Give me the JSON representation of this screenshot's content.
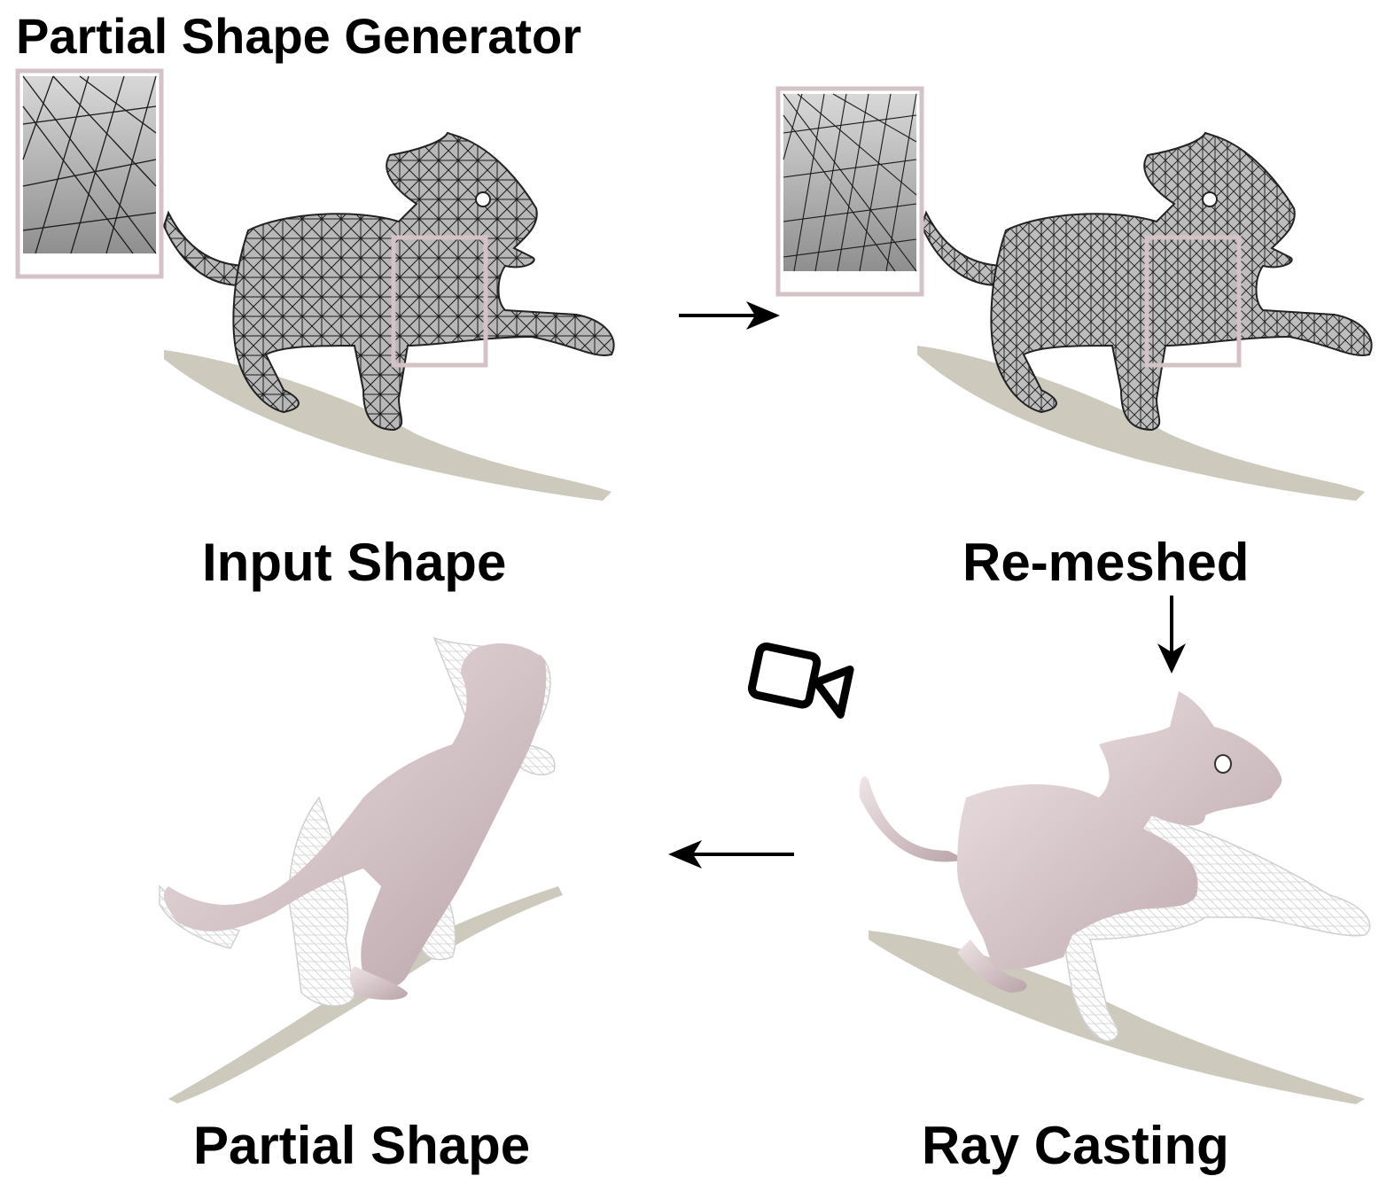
{
  "title": "Partial Shape Generator",
  "labels": {
    "input_shape": "Input Shape",
    "remeshed": "Re-meshed",
    "ray_casting": "Ray Casting",
    "partial_shape": "Partial Shape"
  },
  "icons": {
    "camera": "video-camera-icon",
    "arrows": [
      "arrow-right-icon",
      "arrow-down-icon",
      "arrow-left-icon"
    ]
  },
  "colors": {
    "mesh_fill": "#b4b4b4",
    "mesh_line": "#1a1a1a",
    "inset_frame": "#d3c3c6",
    "visible_surface": "#dccbcf",
    "hidden_wire": "#cfcfcf",
    "shadow": "#cdc9bd"
  }
}
